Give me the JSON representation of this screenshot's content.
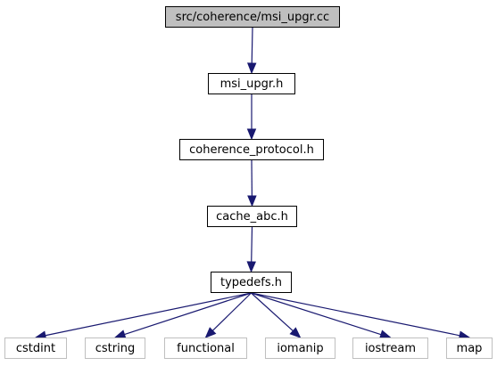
{
  "diagram": {
    "edge_color": "#191970",
    "focus_fill": "#bfbfbf",
    "external_border": "#bfbfbf",
    "nodes": {
      "src": "src/coherence/msi_upgr.cc",
      "msi": "msi_upgr.h",
      "coh": "coherence_protocol.h",
      "cache": "cache_abc.h",
      "typedefs": "typedefs.h",
      "cstdint": "cstdint",
      "cstring": "cstring",
      "functional": "functional",
      "iomanip": "iomanip",
      "iostream": "iostream",
      "map": "map"
    },
    "edges": [
      [
        "src",
        "msi"
      ],
      [
        "msi",
        "coh"
      ],
      [
        "coh",
        "cache"
      ],
      [
        "cache",
        "typedefs"
      ],
      [
        "typedefs",
        "cstdint"
      ],
      [
        "typedefs",
        "cstring"
      ],
      [
        "typedefs",
        "functional"
      ],
      [
        "typedefs",
        "iomanip"
      ],
      [
        "typedefs",
        "iostream"
      ],
      [
        "typedefs",
        "map"
      ]
    ]
  }
}
